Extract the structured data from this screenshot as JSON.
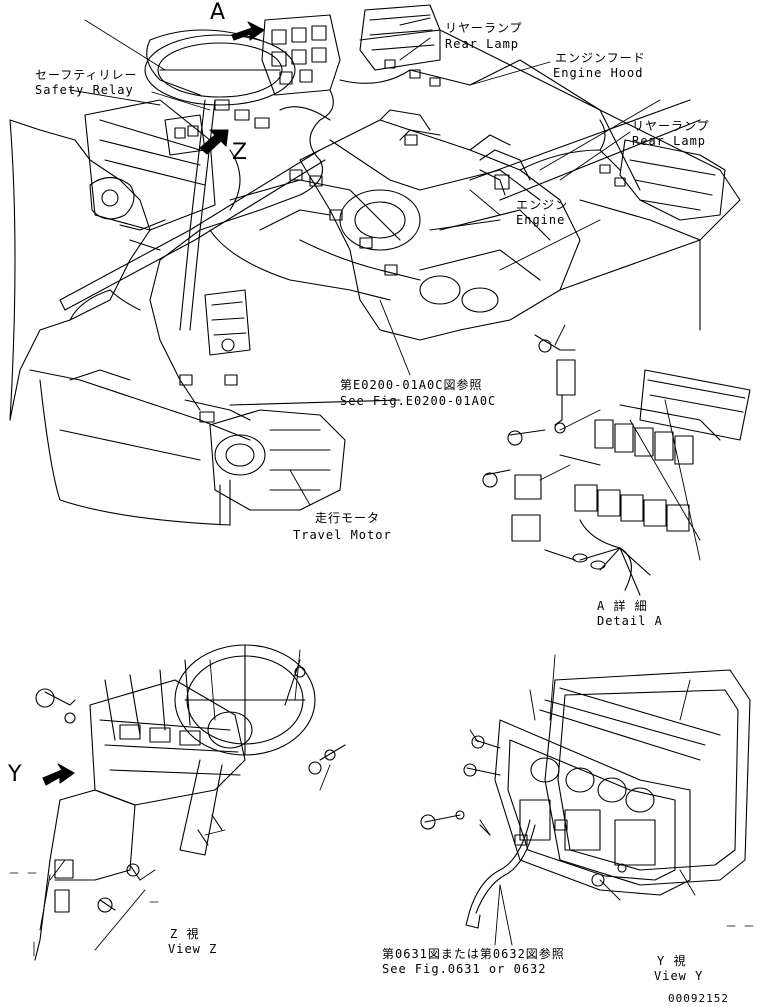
{
  "labels": {
    "view_a_letter": "A",
    "view_z_letter": "Z",
    "view_y_letter": "Y",
    "safety_relay_jp": "セーフティリレー",
    "safety_relay_en": "Safety Relay",
    "rear_lamp_top_jp": "リヤーランプ",
    "rear_lamp_top_en": "Rear Lamp",
    "engine_hood_jp": "エンジンフード",
    "engine_hood_en": "Engine Hood",
    "rear_lamp_right_jp": "リヤーランプ",
    "rear_lamp_right_en": "Rear Lamp",
    "engine_jp": "エンジン",
    "engine_en": "Engine",
    "see_fig_e0200_jp": "第E0200-01A0C図参照",
    "see_fig_e0200_en": "See Fig.E0200-01A0C",
    "travel_motor_jp": "走行モータ",
    "travel_motor_en": "Travel Motor",
    "detail_a_jp": "A 詳 細",
    "detail_a_en": "Detail A",
    "view_z_jp": "Z 視",
    "view_z_en": "View Z",
    "see_fig_0631_jp": "第0631図または第0632図参照",
    "see_fig_0631_en": "See Fig.0631 or 0632",
    "view_y_jp": "Y 視",
    "view_y_en": "View Y",
    "drawing_number": "00092152"
  },
  "colors": {
    "line": "#000000",
    "background": "#ffffff"
  }
}
